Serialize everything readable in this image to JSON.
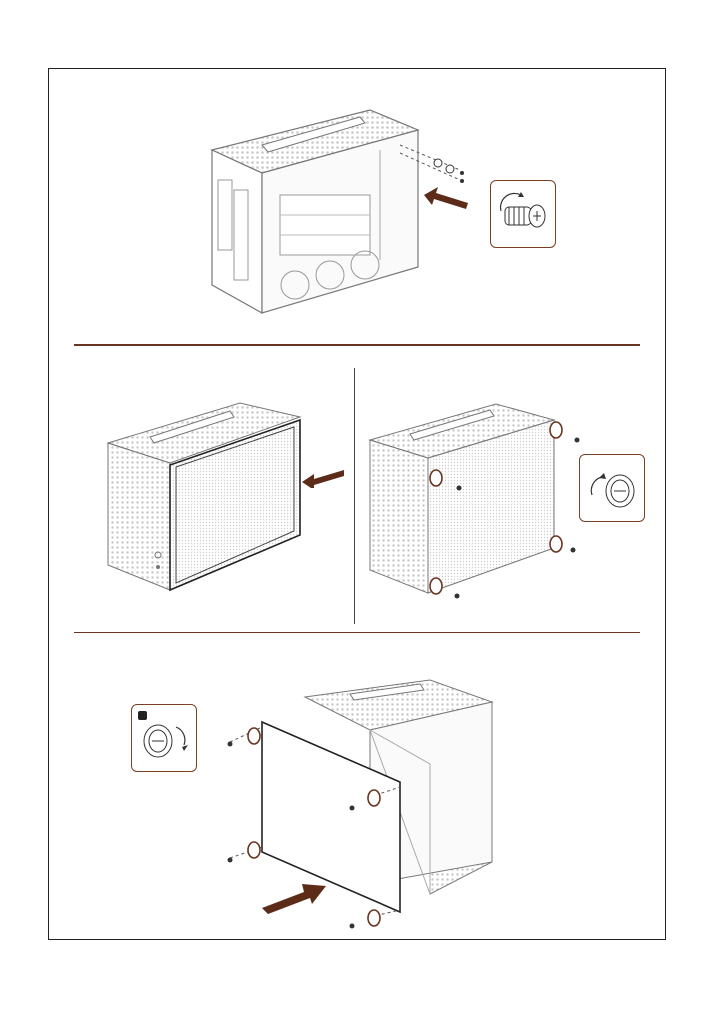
{
  "colors": {
    "frame": "#222222",
    "accent": "#6b3420",
    "arrow": "#5c2c19",
    "line": "#6e6e6e",
    "mesh": "#bdbdbd"
  },
  "steps": [
    {
      "id": "step-1",
      "action": "remove-rear-screws",
      "tool": "screwdriver-icon"
    },
    {
      "id": "step-2a",
      "action": "remove-side-panel",
      "tool": ""
    },
    {
      "id": "step-2b",
      "action": "remove-thumbscrews",
      "tool": "thumbscrew-icon"
    },
    {
      "id": "step-3",
      "action": "attach-solid-panel",
      "tool": "thumbscrew-icon"
    }
  ]
}
